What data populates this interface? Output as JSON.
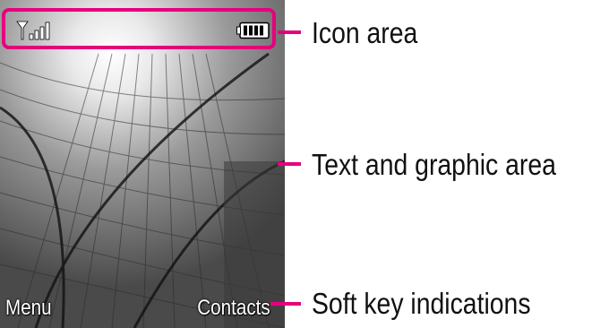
{
  "phone_screen": {
    "softkeys": {
      "left": "Menu",
      "right": "Contacts"
    },
    "icons": {
      "signal": "signal-strength-icon",
      "battery": "battery-icon"
    },
    "wallpaper": "skyscraper-photo"
  },
  "callouts": {
    "icon_area": "Icon area",
    "text_graphic_area": "Text and graphic area",
    "softkey_indications": "Soft key indications"
  },
  "colors": {
    "accent": "#e6007e",
    "label_text": "#111111",
    "softkey_text": "#ffffff"
  }
}
